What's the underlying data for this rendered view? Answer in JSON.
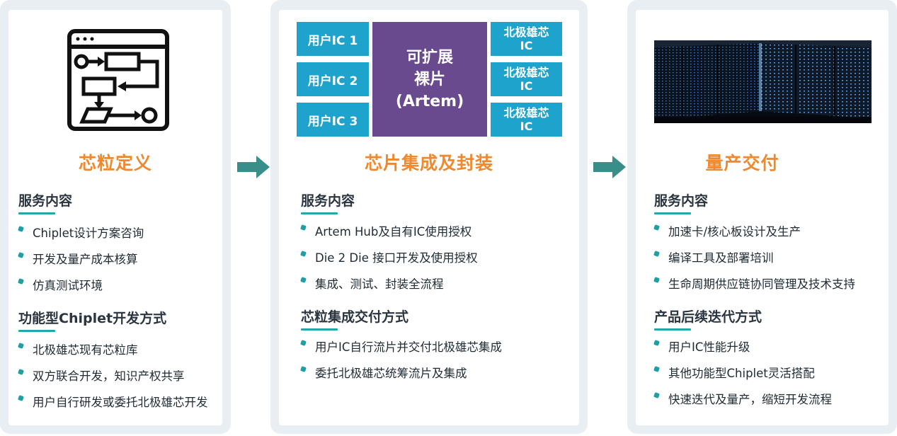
{
  "stages": [
    {
      "title": "芯粒定义",
      "sections": [
        {
          "heading": "服务内容",
          "items": [
            "Chiplet设计方案咨询",
            "开发及量产成本核算",
            "仿真测试环境"
          ]
        },
        {
          "heading": "功能型Chiplet开发方式",
          "items": [
            "北极雄芯现有芯粒库",
            "双方联合开发，知识产权共享",
            "用户自行研发或委托北极雄芯开发"
          ]
        }
      ]
    },
    {
      "title": "芯片集成及封装",
      "diagram": {
        "user_ics": [
          "用户IC 1",
          "用户IC 2",
          "用户IC 3"
        ],
        "core_lines": [
          "可扩展",
          "裸片",
          "(Artem)"
        ],
        "north_ics": [
          "北极雄芯\nIC",
          "北极雄芯\nIC",
          "北极雄芯\nIC"
        ]
      },
      "sections": [
        {
          "heading": "服务内容",
          "items": [
            "Artem Hub及自有IC使用授权",
            "Die 2 Die 接口开发及使用授权",
            "集成、测试、封装全流程"
          ]
        },
        {
          "heading": "芯粒集成交付方式",
          "items": [
            "用户IC自行流片并交付北极雄芯集成",
            "委托北极雄芯统筹流片及集成"
          ]
        }
      ]
    },
    {
      "title": "量产交付",
      "sections": [
        {
          "heading": "服务内容",
          "items": [
            "加速卡/核心板设计及生产",
            "编译工具及部署培训",
            "生命周期供应链协同管理及技术支持"
          ]
        },
        {
          "heading": "产品后续迭代方式",
          "items": [
            "用户IC性能升级",
            "其他功能型Chiplet灵活搭配",
            "快速迭代及量产，缩短开发流程"
          ]
        }
      ]
    }
  ],
  "colors": {
    "accent_orange": "#f0892e",
    "teal": "#23a7a9",
    "block_blue": "#1ea3cc",
    "core_purple": "#6a4a8f"
  },
  "icons": [
    "flowchart-window-icon",
    "arrow-right-icon",
    "server-rack-photo"
  ]
}
